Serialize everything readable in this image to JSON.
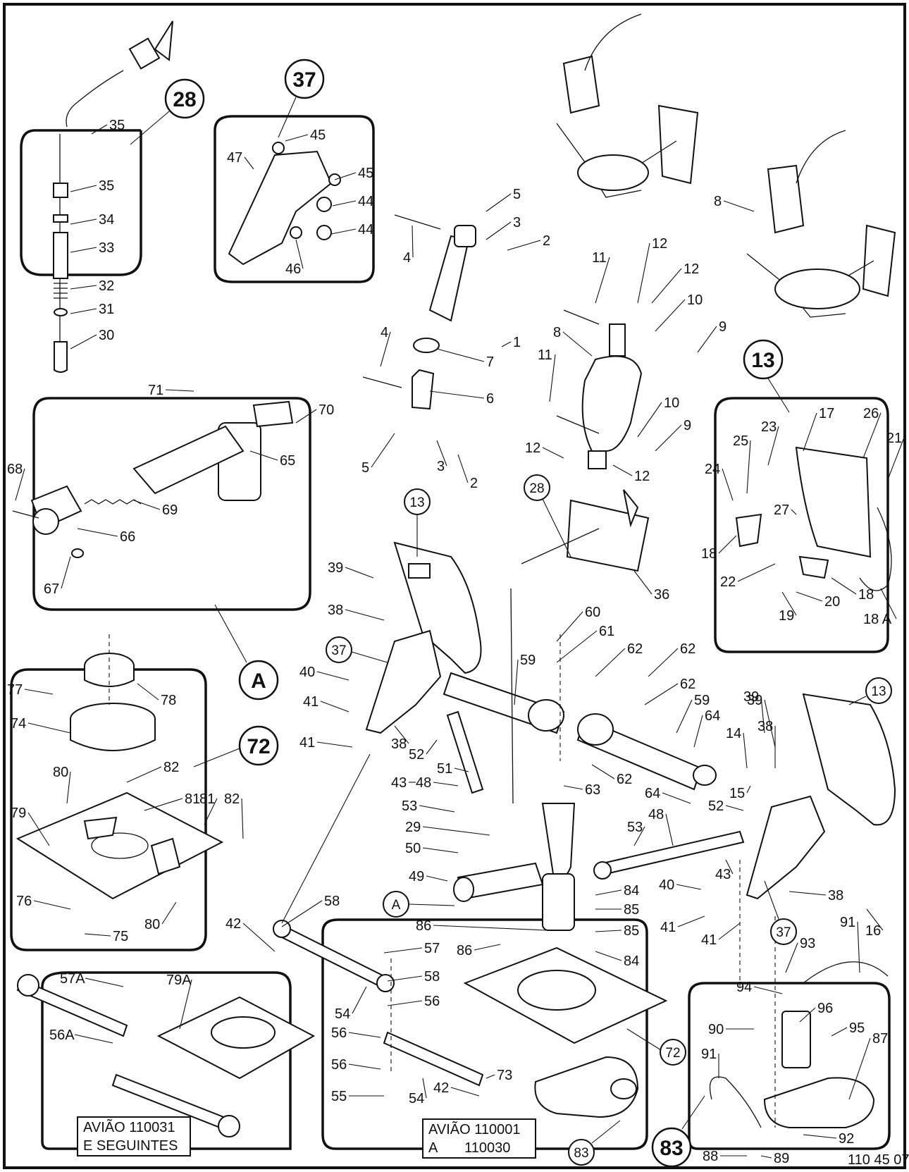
{
  "diagram_id": "110 45 07",
  "callouts": {
    "c28": "28",
    "c37": "37",
    "c13": "13",
    "c72": "72",
    "cA": "A",
    "c83": "83"
  },
  "notes": {
    "left_line1": "AVIÃO  110031",
    "left_line2": "E SEGUINTES",
    "mid_line1": "AVIÃO  110001",
    "mid_line2": "A       110030"
  },
  "labels": [
    "1",
    "2",
    "3",
    "4",
    "5",
    "6",
    "7",
    "8",
    "9",
    "10",
    "11",
    "12",
    "13",
    "14",
    "15",
    "16",
    "17",
    "18",
    "18 A",
    "19",
    "20",
    "21",
    "22",
    "23",
    "24",
    "25",
    "26",
    "27",
    "28",
    "29",
    "30",
    "31",
    "32",
    "33",
    "34",
    "35",
    "36",
    "37",
    "38",
    "39",
    "40",
    "41",
    "42",
    "43",
    "44",
    "45",
    "46",
    "47",
    "48",
    "49",
    "50",
    "51",
    "52",
    "53",
    "54",
    "55",
    "56",
    "56A",
    "57",
    "57A",
    "58",
    "59",
    "60",
    "61",
    "62",
    "63",
    "64",
    "65",
    "66",
    "67",
    "68",
    "69",
    "70",
    "71",
    "72",
    "73",
    "74",
    "75",
    "76",
    "77",
    "78",
    "79",
    "79A",
    "80",
    "81",
    "82",
    "83",
    "84",
    "85",
    "86",
    "87",
    "88",
    "89",
    "90",
    "91",
    "92",
    "93",
    "94",
    "95",
    "96"
  ]
}
